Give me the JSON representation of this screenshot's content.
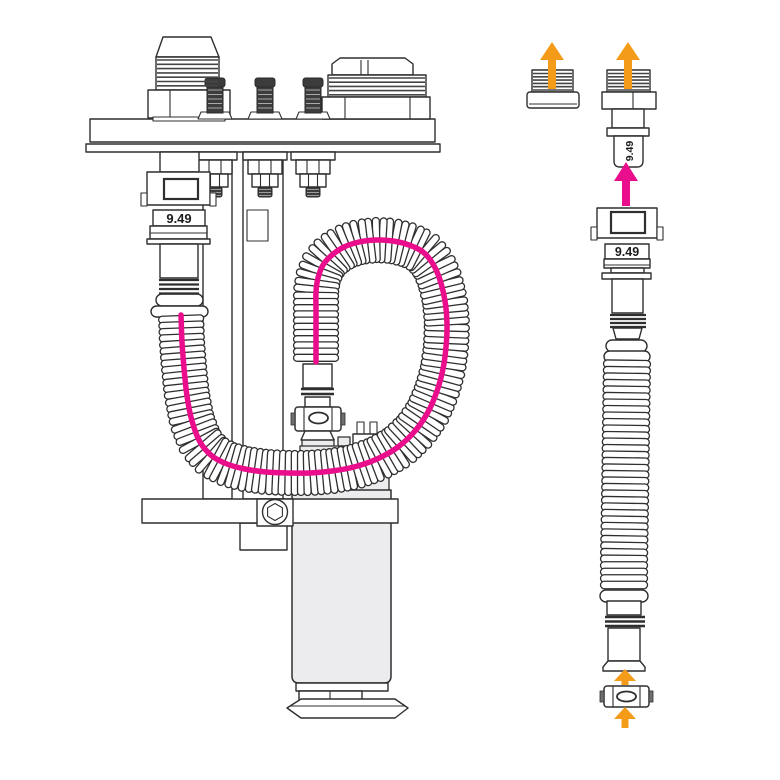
{
  "title": "Fuel pump module hose assembly diagram",
  "colors": {
    "background": "#FFFFFF",
    "outline": "#2F2F2F",
    "magenta": "#EA0D8C",
    "orange": "#F49C1A",
    "pump_gray": "#ECECEF",
    "dark_metal": "#3C3C3C"
  },
  "labels": {
    "outlet_connector_size": "9.49",
    "exploded_tube_size": "9.49",
    "exploded_connector_size": "9.49"
  },
  "hose": {
    "routing_highlight_color_key": "magenta"
  },
  "arrows": [
    {
      "name": "plug-up-arrow",
      "color": "orange",
      "direction": "up"
    },
    {
      "name": "fitting-up-arrow",
      "color": "orange",
      "direction": "up"
    },
    {
      "name": "tube-insert-arrow",
      "color": "magenta",
      "direction": "up"
    },
    {
      "name": "hose-end-up-arrow",
      "color": "orange",
      "direction": "up"
    },
    {
      "name": "clip-up-arrow",
      "color": "orange",
      "direction": "up"
    }
  ]
}
